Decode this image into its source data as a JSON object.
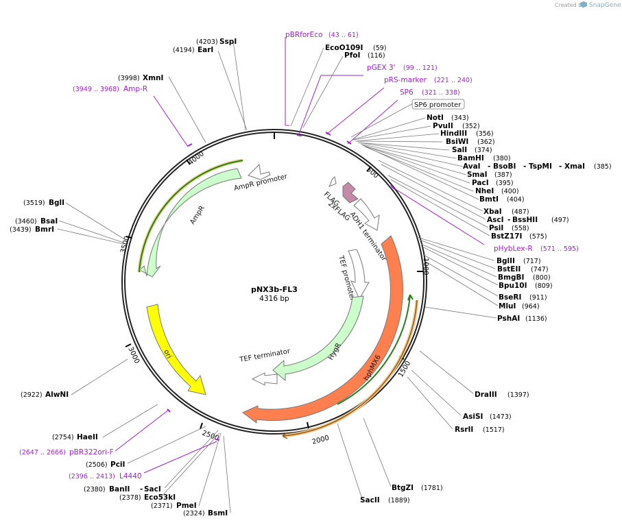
{
  "credit": {
    "prefix": "Created by",
    "brand": "SnapGene"
  },
  "plasmid": {
    "name": "pNX3b-FL3",
    "length": "4316 bp"
  },
  "ticks": [
    "500",
    "1000",
    "1500",
    "2000",
    "2500",
    "3000",
    "3500",
    "4000"
  ],
  "box_label": "SP6 promoter",
  "sites": [
    {
      "name": "SspI",
      "pos": "(4203)"
    },
    {
      "name": "EarI",
      "pos": "(4194)"
    },
    {
      "name": "XmnI",
      "pos": "(3998)"
    },
    {
      "name": "BglI",
      "pos": "(3519)"
    },
    {
      "name": "BsaI",
      "pos": "(3460)"
    },
    {
      "name": "BmrI",
      "pos": "(3439)"
    },
    {
      "name": "AlwNI",
      "pos": "(2922)"
    },
    {
      "name": "HaeII",
      "pos": "(2754)"
    },
    {
      "name": "PciI",
      "pos": "(2506)"
    },
    {
      "name": "BanII",
      "pos": "(2380)"
    },
    {
      "name": "SacI",
      "pos": ""
    },
    {
      "name": "Eco53kI",
      "pos": "(2378)"
    },
    {
      "name": "PmeI",
      "pos": "(2371)"
    },
    {
      "name": "BsmI",
      "pos": "(2324)"
    },
    {
      "name": "EcoO109I",
      "pos": "(59)"
    },
    {
      "name": "PfoI",
      "pos": "(116)"
    },
    {
      "name": "NotI",
      "pos": "(343)"
    },
    {
      "name": "PvuII",
      "pos": "(352)"
    },
    {
      "name": "HindIII",
      "pos": "(356)"
    },
    {
      "name": "BsiWI",
      "pos": "(362)"
    },
    {
      "name": "SalI",
      "pos": "(374)"
    },
    {
      "name": "BamHI",
      "pos": "(380)"
    },
    {
      "name": "AvaI",
      "pos": ""
    },
    {
      "name": "BsoBI",
      "pos": ""
    },
    {
      "name": "TspMI",
      "pos": ""
    },
    {
      "name": "XmaI",
      "pos": "(385)"
    },
    {
      "name": "SmaI",
      "pos": "(387)"
    },
    {
      "name": "PacI",
      "pos": "(395)"
    },
    {
      "name": "NheI",
      "pos": "(400)"
    },
    {
      "name": "BmtI",
      "pos": "(404)"
    },
    {
      "name": "XbaI",
      "pos": "(487)"
    },
    {
      "name": "AscI",
      "pos": ""
    },
    {
      "name": "BssHII",
      "pos": "(497)"
    },
    {
      "name": "PsiI",
      "pos": "(558)"
    },
    {
      "name": "BstZ17I",
      "pos": "(575)"
    },
    {
      "name": "BglII",
      "pos": "(717)"
    },
    {
      "name": "BstEII",
      "pos": "(747)"
    },
    {
      "name": "BmgBI",
      "pos": "(800)"
    },
    {
      "name": "Bpu10I",
      "pos": "(809)"
    },
    {
      "name": "BseRI",
      "pos": "(911)"
    },
    {
      "name": "MluI",
      "pos": "(964)"
    },
    {
      "name": "PshAI",
      "pos": "(1136)"
    },
    {
      "name": "DraIII",
      "pos": "(1397)"
    },
    {
      "name": "AsiSI",
      "pos": "(1473)"
    },
    {
      "name": "RsrII",
      "pos": "(1517)"
    },
    {
      "name": "BtgZI",
      "pos": "(1781)"
    },
    {
      "name": "SacII",
      "pos": "(1889)"
    }
  ],
  "primers": [
    {
      "name": "pBRforEco",
      "pos": "(43 .. 61)"
    },
    {
      "name": "pGEX 3'",
      "pos": "(99 .. 121)"
    },
    {
      "name": "pRS-marker",
      "pos": "(221 .. 240)"
    },
    {
      "name": "SP6",
      "pos": "(321 .. 338)"
    },
    {
      "name": "Amp-R",
      "pos": "(3949 .. 3968)"
    },
    {
      "name": "pHybLex-R",
      "pos": "(571 .. 595)"
    },
    {
      "name": "pBR322ori-F",
      "pos": "(2647 .. 2666)"
    },
    {
      "name": "L4440",
      "pos": "(2396 .. 2413)"
    }
  ],
  "features": [
    {
      "name": "AmpR promoter",
      "color": "#ffffff"
    },
    {
      "name": "AmpR",
      "color": "#ccffcc"
    },
    {
      "name": "FLAG",
      "color": "#ffffff"
    },
    {
      "name": "2xFLAG",
      "color": "#c48aa8"
    },
    {
      "name": "ADH1 terminator",
      "color": "#ffffff"
    },
    {
      "name": "TEF promoter",
      "color": "#ffffff"
    },
    {
      "name": "HygR",
      "color": "#ccffcc"
    },
    {
      "name": "hphMX6",
      "color": "#ff7f4f"
    },
    {
      "name": "TEF terminator",
      "color": "#ffffff"
    },
    {
      "name": "ori",
      "color": "#ffff00"
    }
  ]
}
